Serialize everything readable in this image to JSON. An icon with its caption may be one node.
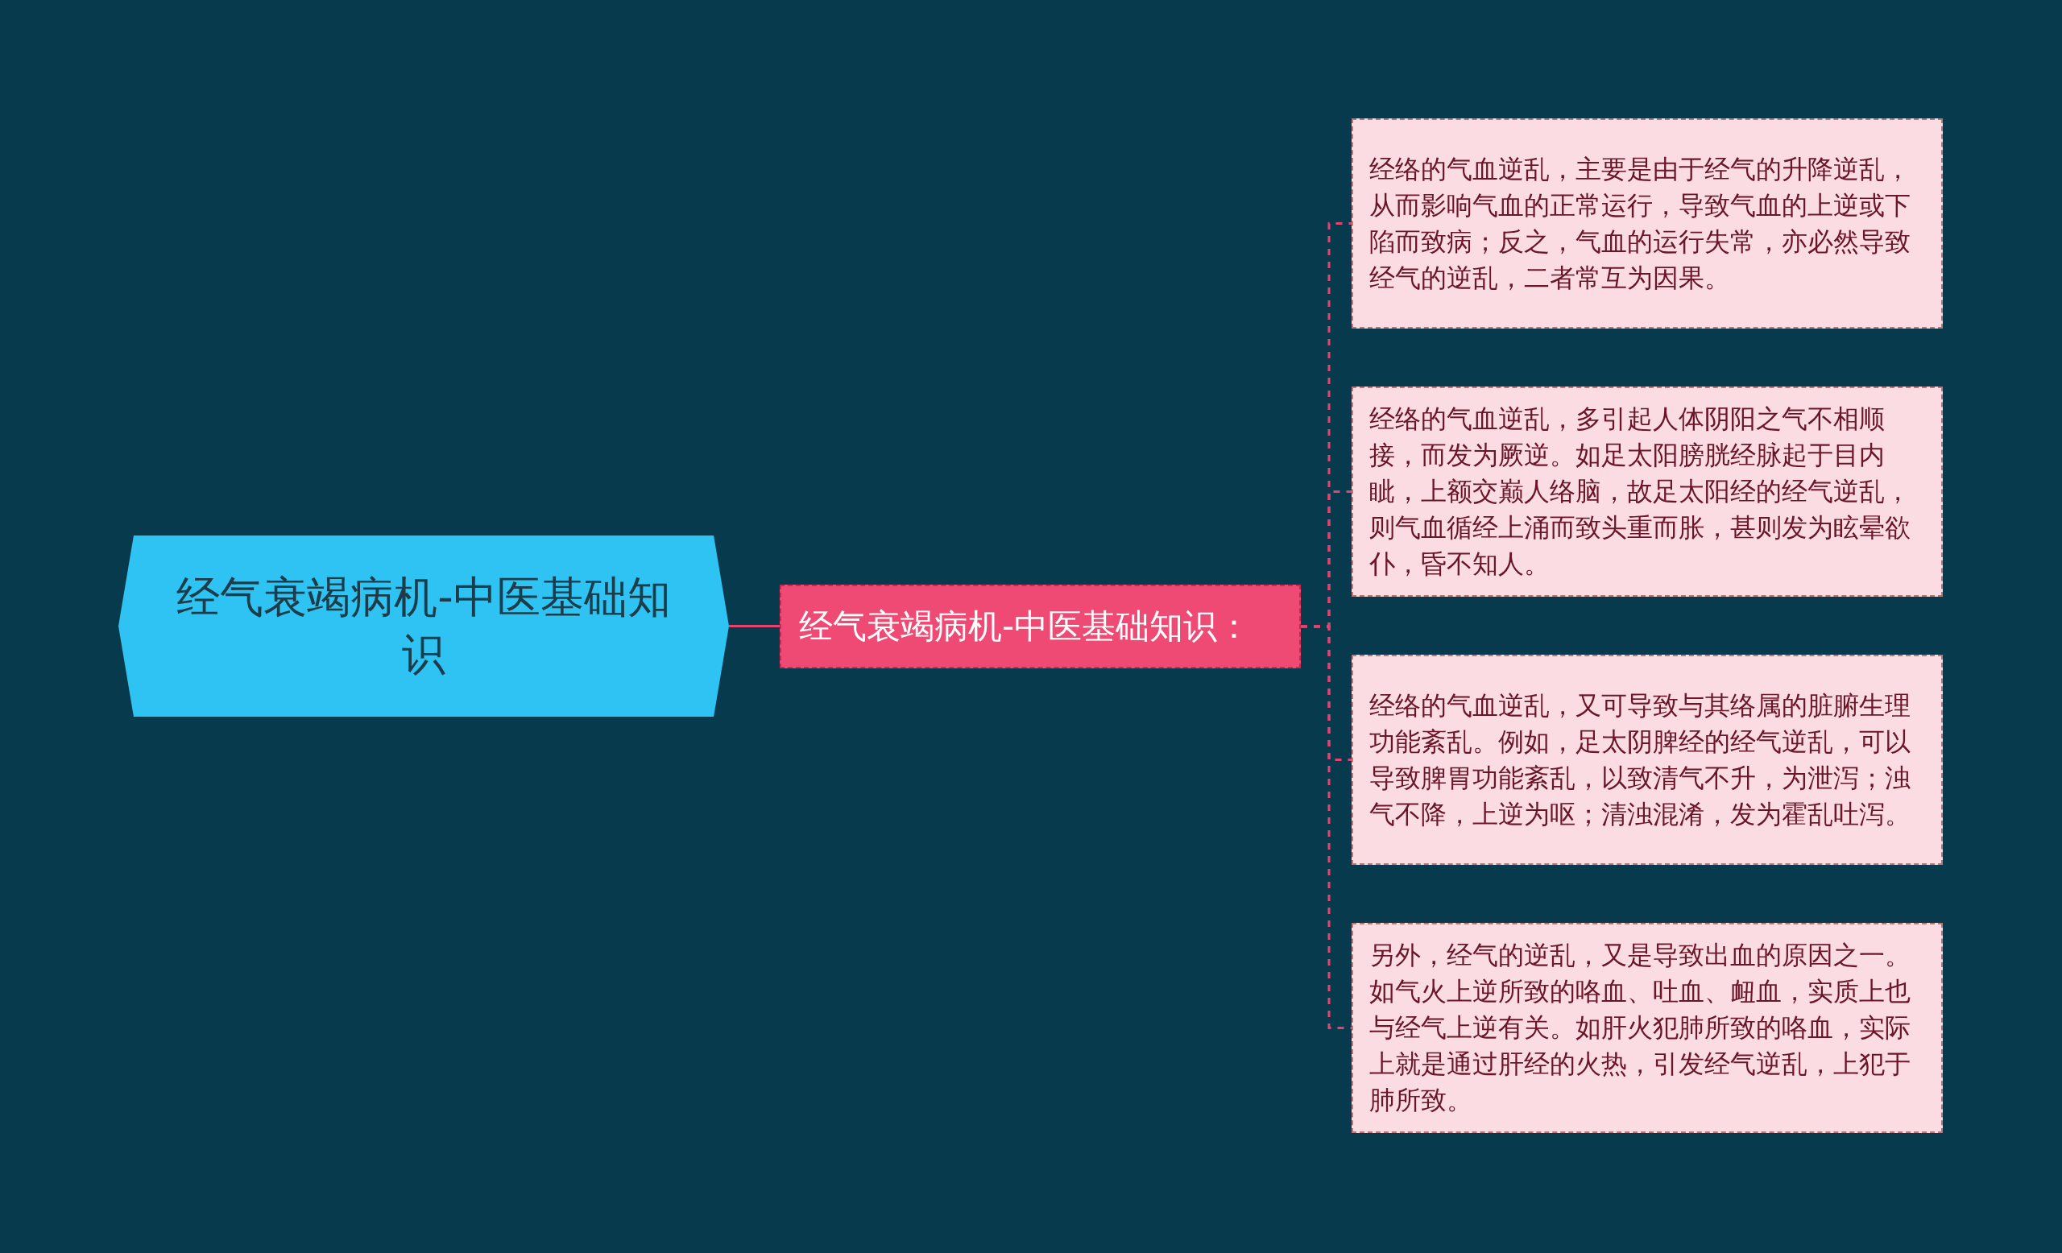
{
  "diagram": {
    "nodes": [
      {
        "text": [
          "经气衰竭病机-中医基础知识"
        ]
      },
      {
        "text": [
          "经气衰竭病机-中医基础知识："
        ]
      },
      {
        "text": [
          "经络的气血逆乱，主要是由于经气的升降逆乱，从而影响气血的正常运行，导致气血的上逆或下陷而致病；反之，气血的运行失常，亦必然导致经气的逆乱，二者常互为因果。"
        ]
      },
      {
        "text": [
          "经络的气血逆乱，多引起人体阴阳之气不相顺接，而发为厥逆。如足太阳膀胱经脉起于目内眦，上额交巅人络脑，故足太阳经的经气逆乱，则气血循经上涌而致头重而胀，甚则发为眩晕欲仆，昏不知人。"
        ]
      },
      {
        "text": [
          "经络的气血逆乱，又可导致与其络属的脏腑生理功能紊乱。例如，足太阴脾经的经气逆乱，可以导致脾胃功能紊乱，以致清气不升，为泄泻；浊气不降，上逆为呕；清浊混淆，发为霍乱吐泻。"
        ]
      },
      {
        "text": [
          "另外，经气的逆乱，又是导致出血的原因之一。如气火上逆所致的咯血、吐血、衄血，实质上也与经气上逆有关。如肝火犯肺所致的咯血，实际上就是通过肝经的火热，引发经气逆乱，上犯于肺所致。"
        ]
      }
    ],
    "edges": [
      {
        "from": 0,
        "to": 1,
        "arrow": "none"
      },
      {
        "from": 1,
        "to": 2,
        "arrow": "none",
        "style": "dashed"
      },
      {
        "from": 1,
        "to": 3,
        "arrow": "none",
        "style": "dashed"
      },
      {
        "from": 1,
        "to": 4,
        "arrow": "none",
        "style": "dashed"
      },
      {
        "from": 1,
        "to": 5,
        "arrow": "none",
        "style": "dashed"
      }
    ]
  }
}
